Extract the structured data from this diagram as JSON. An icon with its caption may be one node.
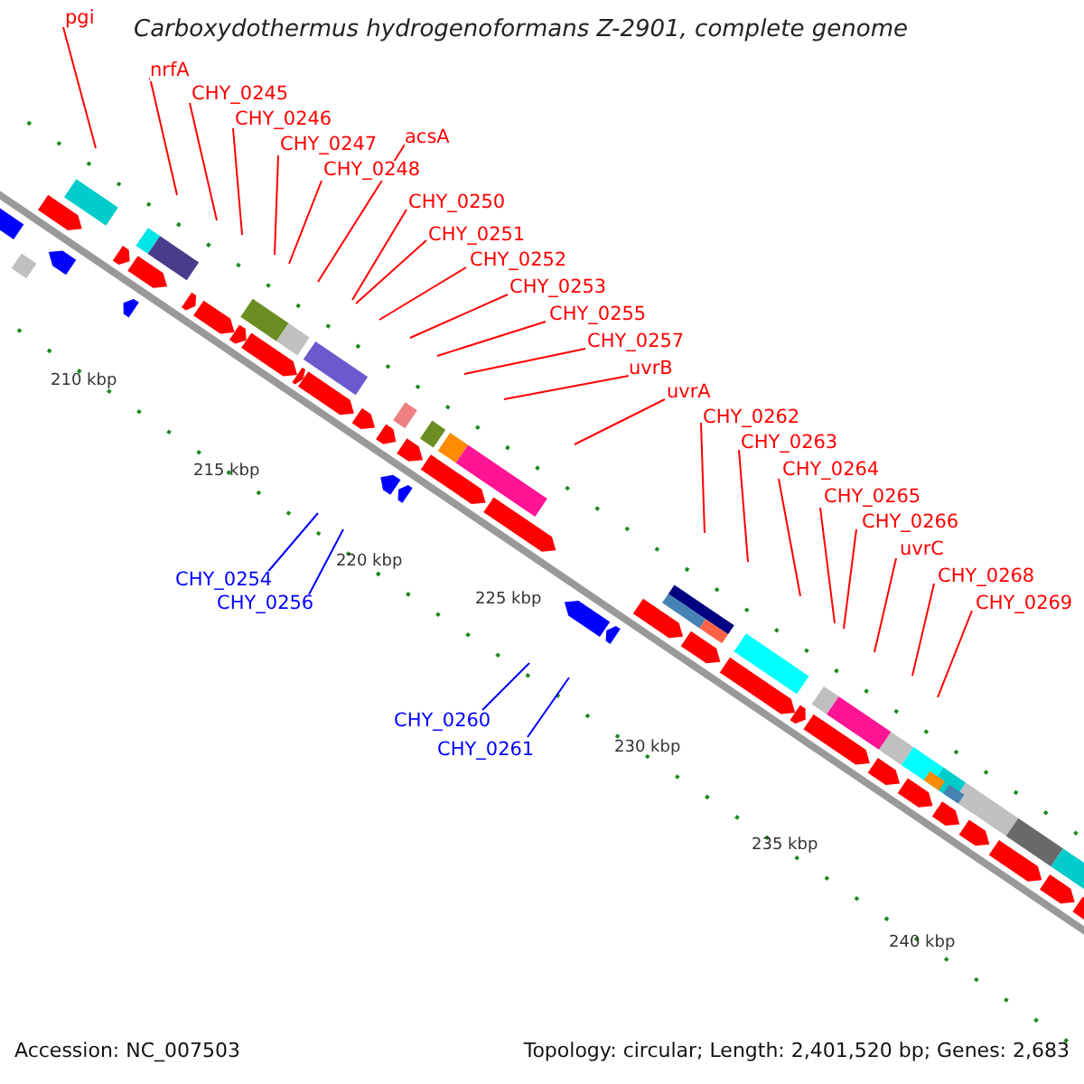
{
  "diagram": {
    "title": "Carboxydothermus hydrogenoformans Z-2901, complete genome",
    "nodes": [
      {
        "text": [
          "pgi"
        ]
      },
      {
        "text": [
          "nrfA"
        ]
      },
      {
        "text": [
          "CHY_0245"
        ]
      },
      {
        "text": [
          "CHY_0246"
        ]
      },
      {
        "text": [
          "CHY_0247"
        ]
      },
      {
        "text": [
          "CHY_0248"
        ]
      },
      {
        "text": [
          "acsA"
        ]
      },
      {
        "text": [
          "CHY_0250"
        ]
      },
      {
        "text": [
          "CHY_0251"
        ]
      },
      {
        "text": [
          "CHY_0252"
        ]
      },
      {
        "text": [
          "CHY_0253"
        ]
      },
      {
        "text": [
          "CHY_0255"
        ]
      },
      {
        "text": [
          "CHY_0257"
        ]
      },
      {
        "text": [
          "uvrB"
        ]
      },
      {
        "text": [
          "uvrA"
        ]
      },
      {
        "text": [
          "CHY_0262"
        ]
      },
      {
        "text": [
          "CHY_0263"
        ]
      },
      {
        "text": [
          "CHY_0264"
        ]
      },
      {
        "text": [
          "CHY_0265"
        ]
      },
      {
        "text": [
          "CHY_0266"
        ]
      },
      {
        "text": [
          "uvrC"
        ]
      },
      {
        "text": [
          "CHY_0268"
        ]
      },
      {
        "text": [
          "CHY_0269"
        ]
      },
      {
        "text": [
          "CHY_0254"
        ]
      },
      {
        "text": [
          "CHY_0256"
        ]
      },
      {
        "text": [
          "CHY_0260"
        ]
      },
      {
        "text": [
          "CHY_0261"
        ]
      }
    ],
    "edges": [
      {
        "from": 0,
        "to": null,
        "arrow": "none"
      },
      {
        "from": 1,
        "to": null,
        "arrow": "none"
      },
      {
        "from": 2,
        "to": null,
        "arrow": "none"
      },
      {
        "from": 3,
        "to": null,
        "arrow": "none"
      },
      {
        "from": 4,
        "to": null,
        "arrow": "none"
      },
      {
        "from": 5,
        "to": null,
        "arrow": "none"
      },
      {
        "from": 6,
        "to": null,
        "arrow": "none"
      },
      {
        "from": 7,
        "to": null,
        "arrow": "none"
      },
      {
        "from": 8,
        "to": null,
        "arrow": "none"
      },
      {
        "from": 9,
        "to": null,
        "arrow": "none"
      },
      {
        "from": 10,
        "to": null,
        "arrow": "none"
      },
      {
        "from": 11,
        "to": null,
        "arrow": "none"
      },
      {
        "from": 12,
        "to": null,
        "arrow": "none"
      },
      {
        "from": 13,
        "to": null,
        "arrow": "none"
      },
      {
        "from": 14,
        "to": null,
        "arrow": "none"
      },
      {
        "from": 15,
        "to": null,
        "arrow": "none"
      },
      {
        "from": 16,
        "to": null,
        "arrow": "none"
      },
      {
        "from": 17,
        "to": null,
        "arrow": "none"
      },
      {
        "from": 18,
        "to": null,
        "arrow": "none"
      },
      {
        "from": 19,
        "to": null,
        "arrow": "none"
      },
      {
        "from": 20,
        "to": null,
        "arrow": "none"
      },
      {
        "from": 21,
        "to": null,
        "arrow": "none"
      },
      {
        "from": 22,
        "to": null,
        "arrow": "none"
      },
      {
        "from": 23,
        "to": null,
        "arrow": "none",
        "color": "#0000ff"
      },
      {
        "from": 24,
        "to": null,
        "arrow": "none",
        "color": "#0000ff"
      },
      {
        "from": 25,
        "to": null,
        "arrow": "none",
        "color": "#0000ff"
      },
      {
        "from": 26,
        "to": null,
        "arrow": "none",
        "color": "#0000ff"
      }
    ],
    "labels": [
      "210 kbp",
      "215 kbp",
      "220 kbp",
      "225 kbp",
      "230 kbp",
      "235 kbp",
      "240 kbp",
      "Accession: NC_007503",
      "Topology: circular; Length: 2,401,520 bp; Genes: 2,683"
    ]
  }
}
